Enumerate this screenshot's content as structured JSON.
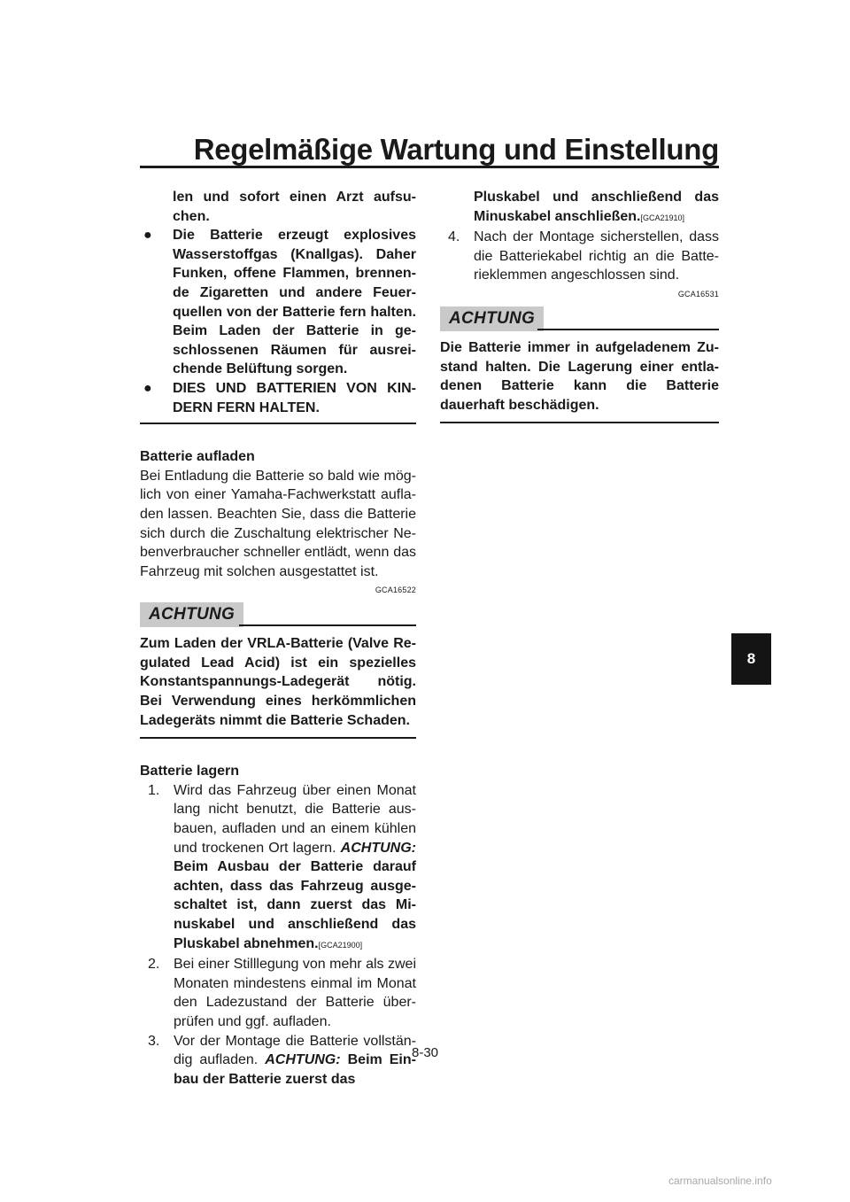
{
  "header": {
    "title": "Regelmäßige Wartung und Einstellung"
  },
  "left": {
    "warning_cont": "len und sofort einen Arzt aufsu-chen.",
    "bullet1": "Die Batterie erzeugt explosives Wasserstoffgas (Knallgas). Daher Funken, offene Flammen, brennen-de Zigaretten und andere Feuer-quellen von der Batterie fern halten. Beim Laden der Batterie in ge-schlossenen Räumen für ausrei-chende Belüftung sorgen.",
    "bullet2": "DIES UND BATTERIEN VON KIN-DERN FERN HALTEN.",
    "charge_heading": "Batterie aufladen",
    "charge_text": "Bei Entladung die Batterie so bald wie mög-lich von einer Yamaha-Fachwerkstatt aufla-den lassen. Beachten Sie, dass die Batterie sich durch die Zuschaltung elektrischer Ne-benverbraucher schneller entlädt, wenn das Fahrzeug mit solchen ausgestattet ist.",
    "code1": "GCA16522",
    "notice_label": "ACHTUNG",
    "notice1_text": "Zum Laden der VRLA-Batterie (Valve Re-gulated Lead Acid) ist ein spezielles Konstantspannungs-Ladegerät nötig. Bei Verwendung eines herkömmlichen Ladegeräts nimmt die Batterie Schaden.",
    "store_heading": "Batterie lagern",
    "step1_num": "1.",
    "step1_text": "Wird das Fahrzeug über einen Monat lang nicht benutzt, die Batterie aus-bauen, aufladen und an einem kühlen und trockenen Ort lagern.",
    "step1_achtung": "ACHTUNG:",
    "step1_bold": "Beim Ausbau der Batterie darauf achten, dass das Fahrzeug ausge-schaltet ist, dann zuerst das Mi-nuskabel und anschließend das Pluskabel abnehmen.",
    "step1_ref": "[GCA21900]",
    "step2_num": "2.",
    "step2_text": "Bei einer Stilllegung von mehr als zwei Monaten mindestens einmal im Monat den Ladezustand der Batterie über-prüfen und ggf. aufladen.",
    "step3_num": "3.",
    "step3_text": "Vor der Montage die Batterie vollstän-dig aufladen.",
    "step3_achtung": "ACHTUNG:",
    "step3_bold": "Beim Ein-bau der Batterie zuerst das"
  },
  "right": {
    "step3_cont": "Pluskabel und anschließend das Minuskabel anschließen.",
    "step3_ref": "[GCA21910]",
    "step4_num": "4.",
    "step4_text": "Nach der Montage sicherstellen, dass die Batteriekabel richtig an die Batte-rieklemmen angeschlossen sind.",
    "code2": "GCA16531",
    "notice_label": "ACHTUNG",
    "notice2_text": "Die Batterie immer in aufgeladenem Zu-stand halten. Die Lagerung einer entla-denen Batterie kann die Batterie dauerhaft beschädigen."
  },
  "chapter_tab": "8",
  "page_number": "8-30",
  "watermark": "carmanualsonline.info"
}
